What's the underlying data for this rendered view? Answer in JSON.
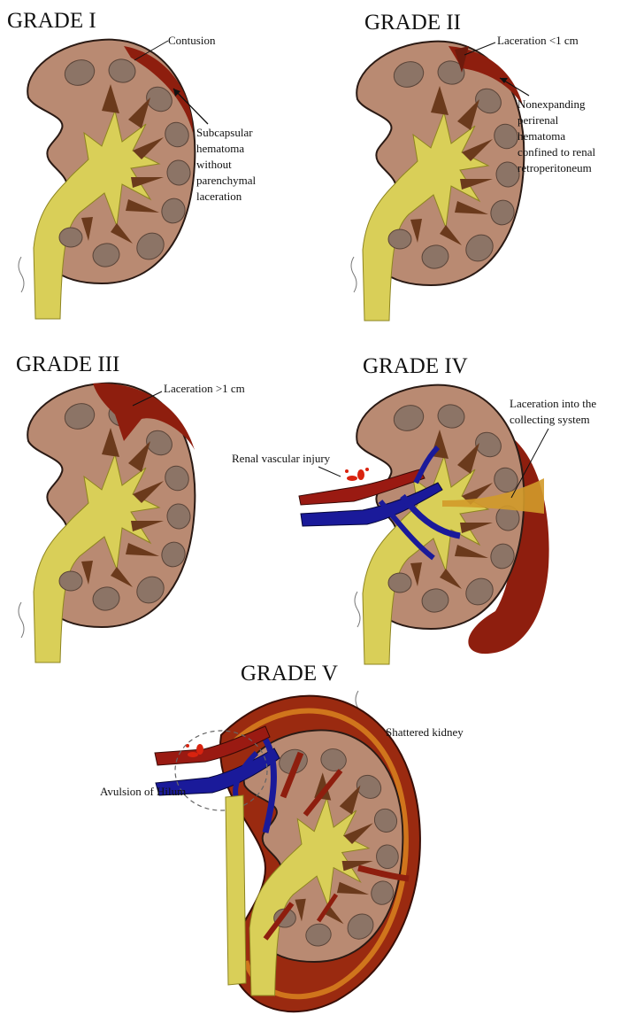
{
  "figure": {
    "panels": [
      {
        "title": "GRADE I",
        "labels": {
          "contusion": "Contusion",
          "hematoma": [
            "Subcapsular",
            "hematoma",
            "without",
            "parenchymal",
            "laceration"
          ]
        }
      },
      {
        "title": "GRADE II",
        "labels": {
          "laceration": "Laceration <1 cm",
          "hematoma": [
            "Nonexpanding",
            "perirenal",
            "hematoma",
            "confined to renal",
            "retroperitoneum"
          ]
        }
      },
      {
        "title": "GRADE III",
        "labels": {
          "laceration": "Laceration >1 cm"
        }
      },
      {
        "title": "GRADE IV",
        "labels": {
          "vascular": "Renal vascular injury",
          "collecting": [
            "Laceration into the",
            "collecting system"
          ]
        }
      },
      {
        "title": "GRADE V",
        "labels": {
          "shattered": "Shattered kidney",
          "avulsion": "Avulsion of Hilum"
        }
      }
    ]
  },
  "colors": {
    "cortex": "#b98a72",
    "cortex_dark": "#a5765f",
    "capsule_outline": "#2a1a14",
    "pelvis": "#d9cf58",
    "pelvis_light": "#ede88a",
    "pyramid": "#8c7466",
    "calyx_dark": "#6b3a1c",
    "hematoma": "#8e1e0e",
    "hematoma_light": "#b33a18",
    "vein": "#1a1a9a",
    "artery": "#9a1a12"
  }
}
